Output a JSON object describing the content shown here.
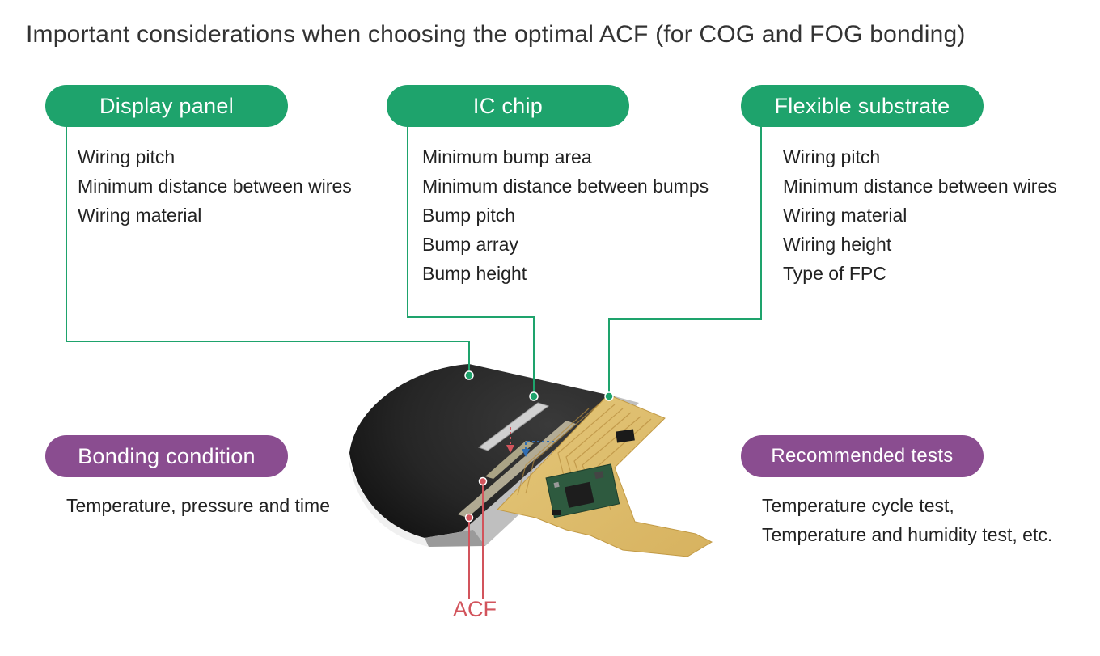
{
  "title": "Important considerations when choosing the optimal ACF (for COG and FOG bonding)",
  "display_panel": {
    "label": "Display panel",
    "items": [
      "Wiring pitch",
      "Minimum distance between wires",
      "Wiring material"
    ]
  },
  "ic_chip": {
    "label": "IC chip",
    "items": [
      "Minimum bump area",
      "Minimum distance between bumps",
      "Bump pitch",
      "Bump array",
      "Bump height"
    ]
  },
  "flexible_substrate": {
    "label": "Flexible substrate",
    "items": [
      "Wiring pitch",
      "Minimum distance between wires",
      "Wiring material",
      "Wiring height",
      "Type of FPC"
    ]
  },
  "bonding_condition": {
    "label": "Bonding condition",
    "text": "Temperature, pressure and time"
  },
  "recommended_tests": {
    "label": "Recommended tests",
    "lines": [
      "Temperature cycle test,",
      "Temperature and humidity test, etc."
    ]
  },
  "acf_label": "ACF",
  "colors": {
    "green": "#1ea36c",
    "purple": "#8a4d90",
    "acf_red": "#d2545c",
    "arrow_blue": "#2f6db3"
  }
}
